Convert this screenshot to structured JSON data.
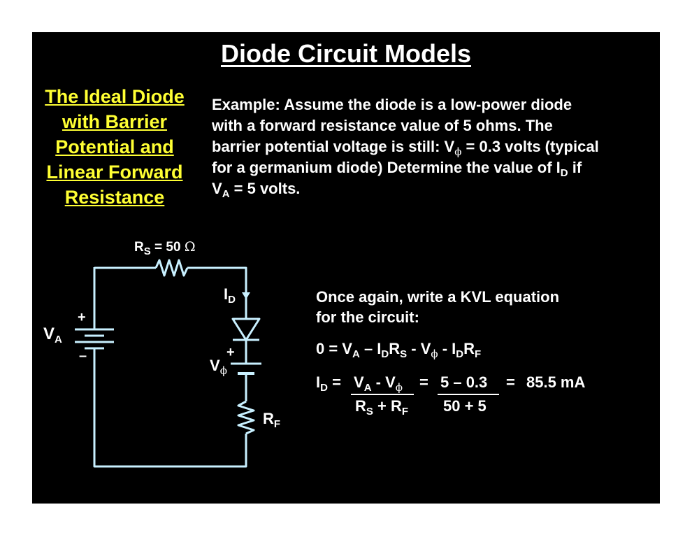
{
  "title": "Diode Circuit Models",
  "side_heading": [
    "The Ideal Diode",
    "with Barrier",
    "Potential and",
    "Linear Forward",
    "Resistance"
  ],
  "example": {
    "line1": "Example:  Assume the diode is a low-power diode",
    "line2": "with a forward resistance value of 5 ohms.  The",
    "line3_pre": "barrier potential voltage is still:  V",
    "phi": "ϕ",
    "line3_post": " = 0.3 volts (typical",
    "line4_pre": "for a germanium diode)  Determine the value of I",
    "line4_sub": "D",
    "line4_post": " if",
    "line5_pre": "V",
    "line5_sub": "A",
    "line5_post": " = 5 volts."
  },
  "kvl": {
    "line1": "Once again, write a KVL equation",
    "line2": "for the circuit:"
  },
  "circuit": {
    "rs_main": "R",
    "rs_sub": "S",
    "rs_value": " = 50 ",
    "omega": "Ω",
    "id_main": "I",
    "id_sub": "D",
    "va_main": "V",
    "va_sub": "A",
    "plus": "+",
    "minus": "–",
    "vphi_main": "V",
    "vphi_sub": "ϕ",
    "rf_main": "R",
    "rf_sub": "F"
  },
  "equations": {
    "kvl_eq": {
      "a": "0 = V",
      "b": "A",
      "c": " – I",
      "d": "D",
      "e": "R",
      "f": "S",
      "g": " - V",
      "h": "ϕ",
      "i": " - I",
      "j": "D",
      "k": "R",
      "l": "F"
    },
    "id_lhs_main": "I",
    "id_lhs_sub": "D",
    "eq1": " = ",
    "num1_a": "V",
    "num1_b": "A",
    "num1_c": " - V",
    "num1_d": "ϕ",
    "den1_a": "R",
    "den1_b": "S",
    "den1_c": " + R",
    "den1_d": "F",
    "eq2": "=",
    "num2": "5 – 0.3",
    "den2": "50 + 5",
    "eq3": "=",
    "result": "85.5 mA"
  },
  "colors": {
    "background": "#000000",
    "text": "#ffffff",
    "heading": "#ffff33",
    "wire": "#c8f0ff"
  }
}
